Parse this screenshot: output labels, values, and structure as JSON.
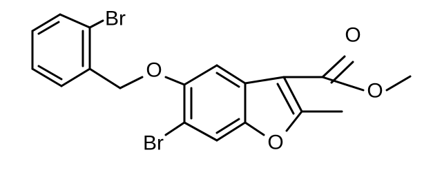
{
  "atoms": {
    "bromine_top": "Br",
    "bromine_bottom": "Br",
    "ether_oxygen": "O",
    "furan_oxygen": "O",
    "carbonyl_oxygen": "O",
    "ester_oxygen": "O"
  },
  "colors": {
    "background": "#ffffff",
    "ink": "#000000"
  }
}
